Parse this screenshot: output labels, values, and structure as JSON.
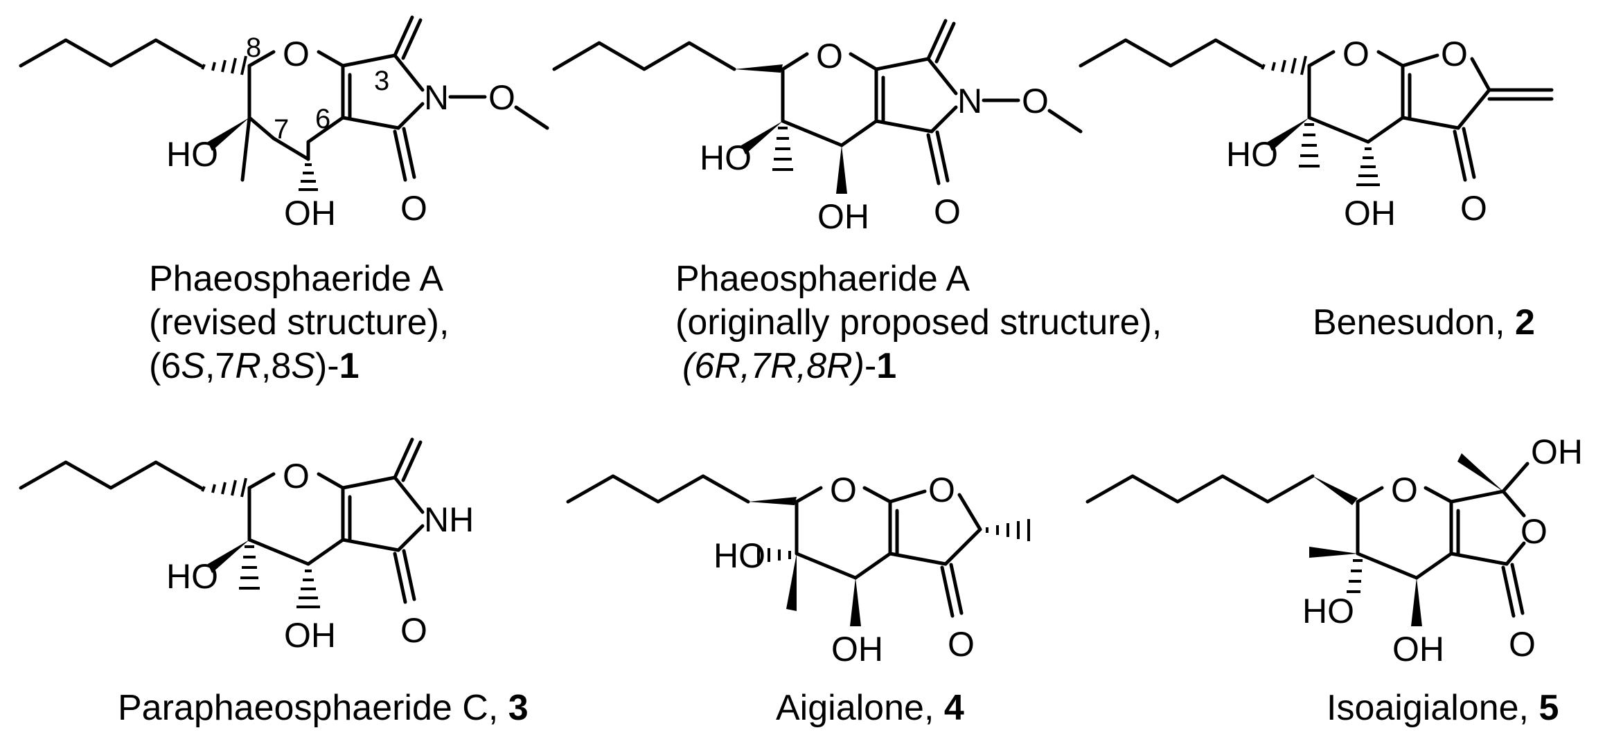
{
  "compounds": [
    {
      "name": "Phaeosphaeride A",
      "line2": "(revised structure),",
      "line3_prefix": "(6",
      "line3_s1": "S",
      "line3_mid1": ",7",
      "line3_r": "R",
      "line3_mid2": ",8",
      "line3_s2": "S",
      "line3_close": ")-",
      "number": "1"
    },
    {
      "name": "Phaeosphaeride A",
      "line2": "(originally proposed structure),",
      "line3_italic": "(6R,7R,8R)",
      "line3_sep": "-",
      "number": "1"
    },
    {
      "name": "Benesudon",
      "sep": ", ",
      "number": "2"
    },
    {
      "name": "Paraphaeosphaeride C",
      "sep": ", ",
      "number": "3"
    },
    {
      "name": "Aigialone",
      "sep": ", ",
      "number": "4"
    },
    {
      "name": "Isoaigialone",
      "sep": ", ",
      "number": "5"
    }
  ],
  "atoms": {
    "O": "O",
    "N": "N",
    "NH": "NH",
    "HO": "HO",
    "OH": "OH"
  },
  "locants": [
    "8",
    "7",
    "6",
    "3"
  ]
}
